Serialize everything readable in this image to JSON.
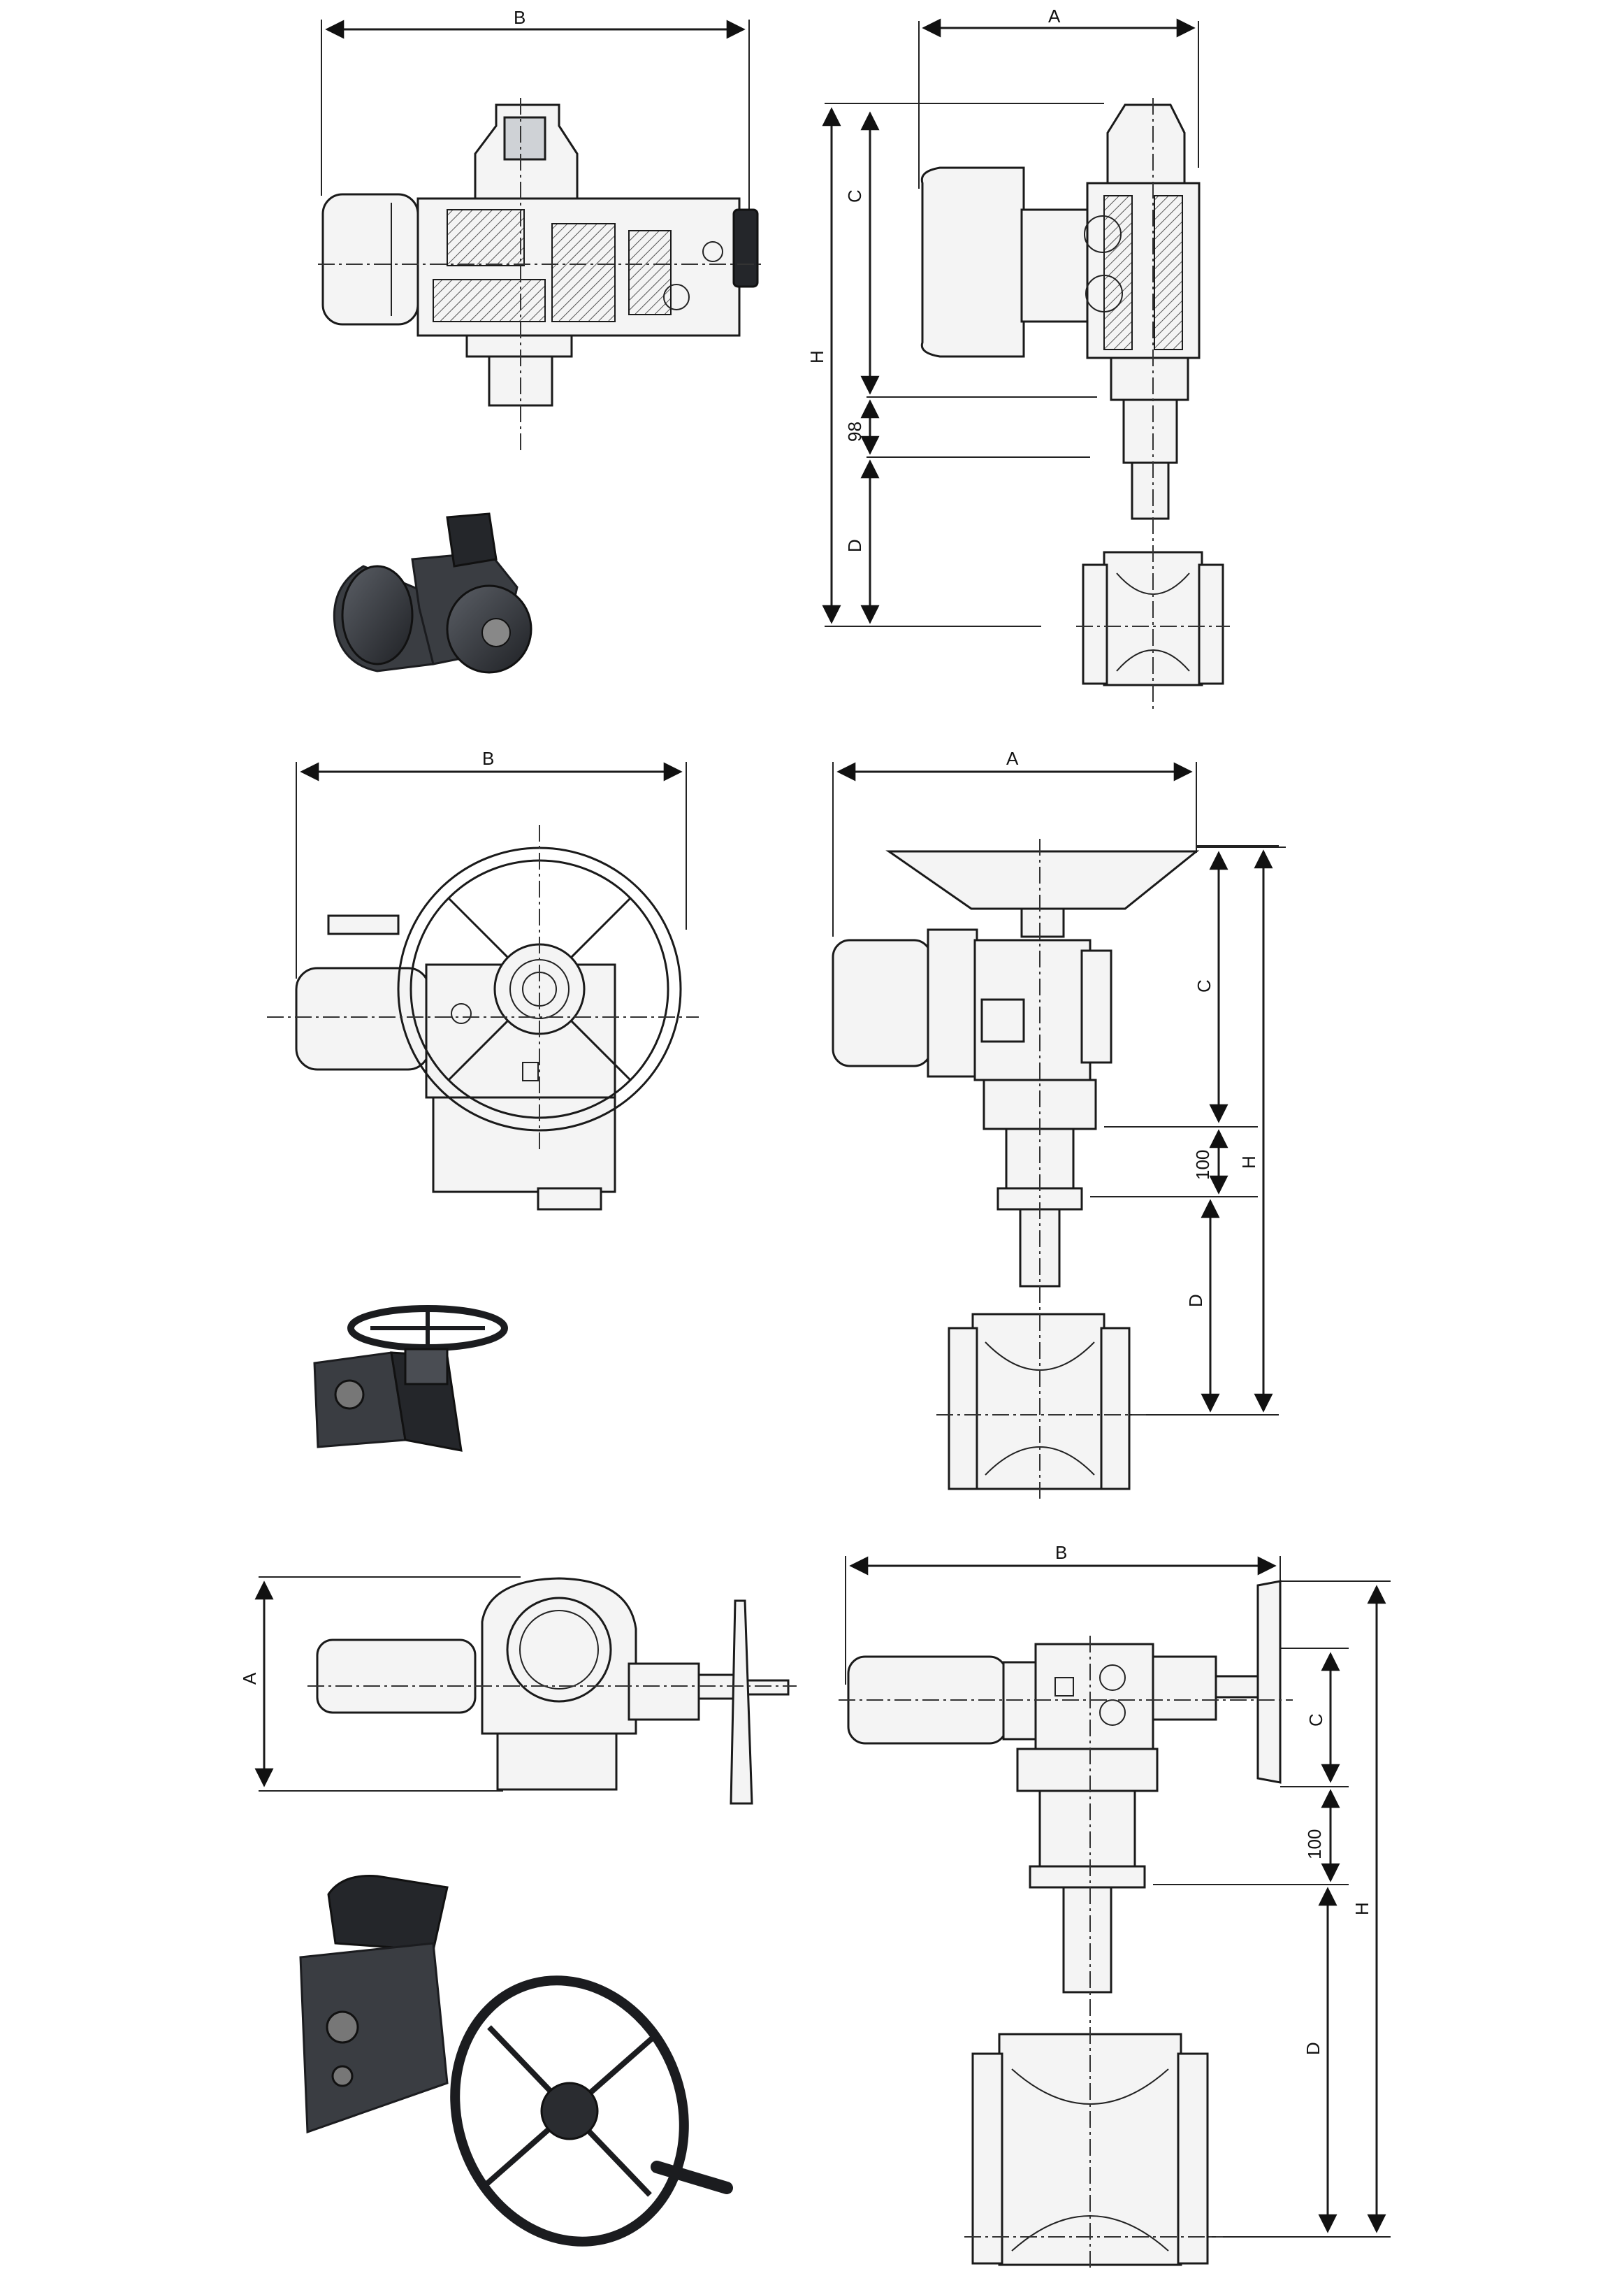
{
  "title": "",
  "figures": [
    {
      "id": "fig1",
      "plan_view": {
        "dimensions": {
          "width": "B"
        }
      },
      "side_view": {
        "dimensions": {
          "width": "A",
          "height_total": "H",
          "actuator": "C",
          "spacer": "98",
          "valve": "D"
        }
      }
    },
    {
      "id": "fig2",
      "plan_view": {
        "dimensions": {
          "width": "B"
        }
      },
      "side_view": {
        "dimensions": {
          "width": "A",
          "actuator": "C",
          "spacer": "100",
          "height_total": "H",
          "valve": "D"
        }
      }
    },
    {
      "id": "fig3",
      "plan_view": {
        "dimensions": {
          "width": "A"
        }
      },
      "side_view": {
        "dimensions": {
          "width": "B",
          "actuator": "C",
          "spacer": "100",
          "height_total": "H",
          "valve": "D"
        }
      }
    }
  ],
  "colors": {
    "line": "#1a1a1a",
    "render_dark": "#3a3d42",
    "paper": "#ffffff"
  }
}
